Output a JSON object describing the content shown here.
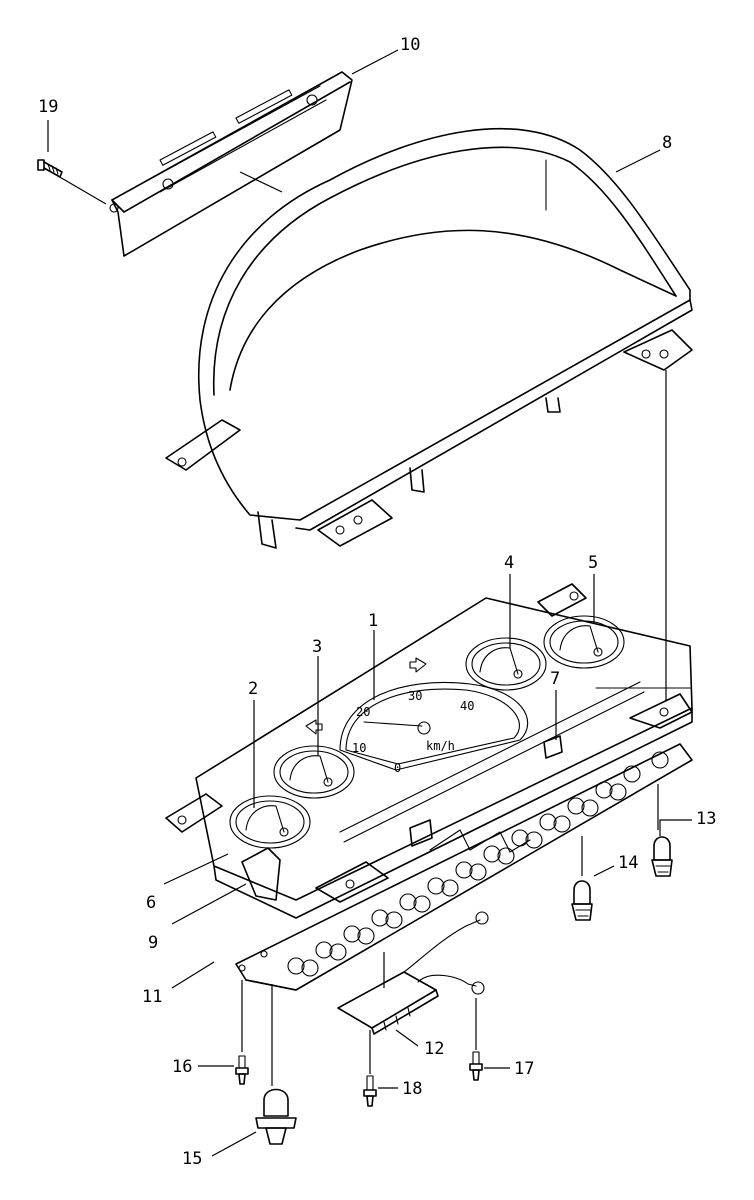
{
  "callouts": [
    {
      "id": "c1",
      "label": "1"
    },
    {
      "id": "c2",
      "label": "2"
    },
    {
      "id": "c3",
      "label": "3"
    },
    {
      "id": "c4",
      "label": "4"
    },
    {
      "id": "c5",
      "label": "5"
    },
    {
      "id": "c6",
      "label": "6"
    },
    {
      "id": "c7",
      "label": "7"
    },
    {
      "id": "c8",
      "label": "8"
    },
    {
      "id": "c9",
      "label": "9"
    },
    {
      "id": "c10",
      "label": "10"
    },
    {
      "id": "c11",
      "label": "11"
    },
    {
      "id": "c12",
      "label": "12"
    },
    {
      "id": "c13",
      "label": "13"
    },
    {
      "id": "c14",
      "label": "14"
    },
    {
      "id": "c15",
      "label": "15"
    },
    {
      "id": "c16",
      "label": "16"
    },
    {
      "id": "c17",
      "label": "17"
    },
    {
      "id": "c18",
      "label": "18"
    },
    {
      "id": "c19",
      "label": "19"
    }
  ],
  "speedometer": {
    "ticks": [
      "10",
      "20",
      "30",
      "40"
    ],
    "unit": "km/h",
    "zero": "0"
  },
  "colors": {
    "line": "#000000",
    "background": "#ffffff"
  }
}
